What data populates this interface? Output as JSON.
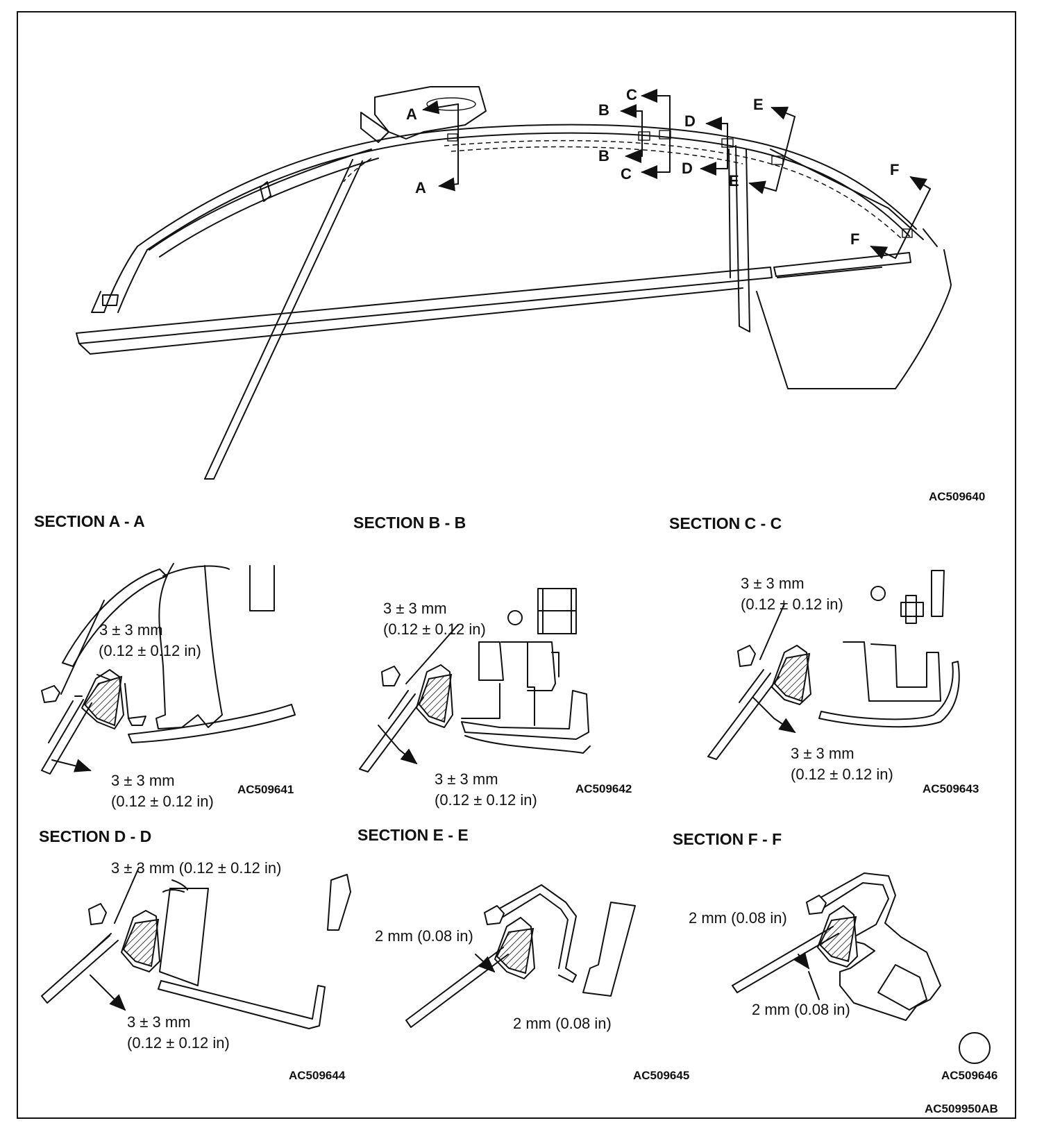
{
  "overview": {
    "callouts": [
      "A",
      "A",
      "B",
      "B",
      "C",
      "C",
      "D",
      "D",
      "E",
      "E",
      "F",
      "F"
    ],
    "figure_code": "AC509640"
  },
  "sections": [
    {
      "title": "SECTION A - A",
      "code": "AC509641",
      "dims": [
        "3 ± 3 mm",
        "(0.12 ± 0.12 in)",
        "3 ± 3 mm",
        "(0.12 ± 0.12 in)"
      ]
    },
    {
      "title": "SECTION B - B",
      "code": "AC509642",
      "dims": [
        "3 ± 3 mm",
        "(0.12 ± 0.12 in)",
        "3 ± 3 mm",
        "(0.12 ± 0.12 in)"
      ]
    },
    {
      "title": "SECTION C - C",
      "code": "AC509643",
      "dims": [
        "3 ± 3 mm",
        "(0.12 ± 0.12 in)",
        "3 ± 3 mm",
        "(0.12 ± 0.12 in)"
      ]
    },
    {
      "title": "SECTION D - D",
      "code": "AC509644",
      "dims": [
        "3 ± 3 mm (0.12 ± 0.12 in)",
        "3 ± 3 mm",
        "(0.12 ± 0.12 in)"
      ]
    },
    {
      "title": "SECTION E - E",
      "code": "AC509645",
      "dims": [
        "2 mm (0.08 in)",
        "2 mm (0.08 in)"
      ]
    },
    {
      "title": "SECTION F - F",
      "code": "AC509646",
      "dims": [
        "2 mm (0.08 in)",
        "2 mm (0.08 in)"
      ]
    }
  ],
  "page_code": "AC509950AB"
}
